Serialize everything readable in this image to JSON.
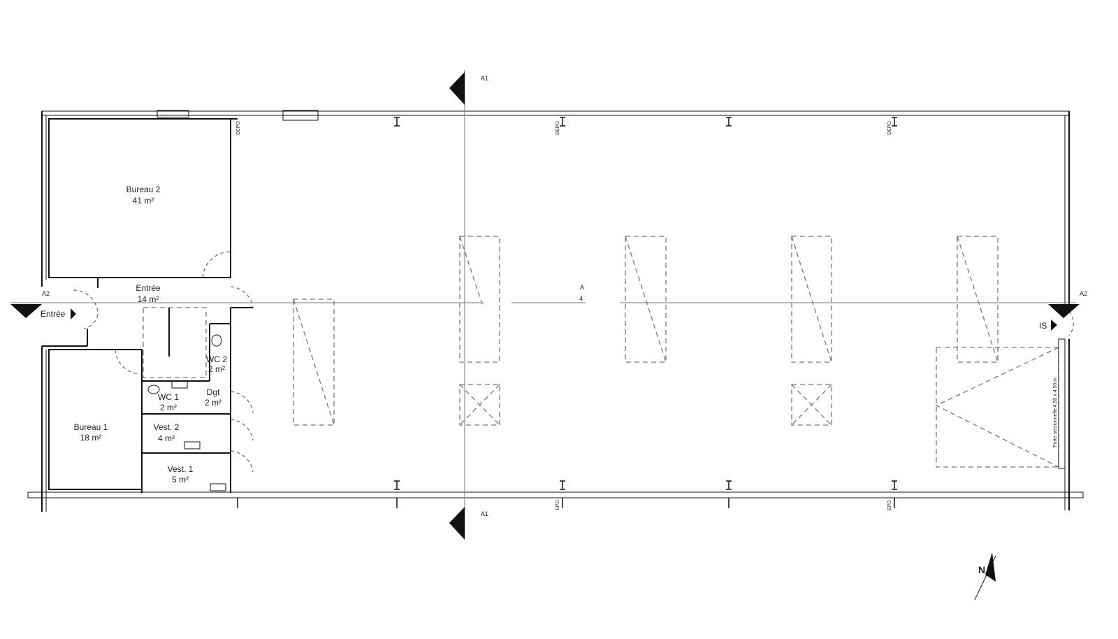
{
  "rooms": [
    {
      "name": "Bureau 2",
      "area": "41 m²"
    },
    {
      "name": "Entrée",
      "area": "14 m²"
    },
    {
      "name": "WC 2",
      "area": "2 m²"
    },
    {
      "name": "WC 1",
      "area": "2 m²"
    },
    {
      "name": "Dgt",
      "area": "2 m²"
    },
    {
      "name": "Vest. 2",
      "area": "4 m²"
    },
    {
      "name": "Vest. 1",
      "area": "5 m²"
    },
    {
      "name": "Bureau 1",
      "area": "18 m²"
    }
  ],
  "sections": {
    "a1": "A1",
    "a2": "A2"
  },
  "entrance_label": "Entrée",
  "is_label": "IS",
  "depo_label": "DEPO",
  "epo_label": "EPO",
  "door_label": "Porte sectionnelle 4.50 x 4.50 m",
  "center_partial": {
    "line1": "A",
    "line2": "4"
  },
  "north_label": "N"
}
